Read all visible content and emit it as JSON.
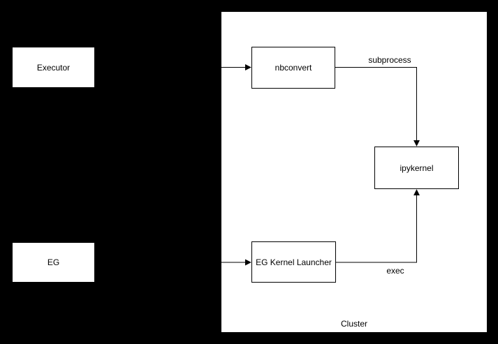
{
  "cluster": {
    "label": "Cluster"
  },
  "nodes": {
    "executor": {
      "label": "Executor"
    },
    "eg": {
      "label": "EG"
    },
    "nbconvert": {
      "label": "nbconvert"
    },
    "eg_kernel_launcher": {
      "label": "EG Kernel Launcher"
    },
    "ipykernel": {
      "label": "ipykernel"
    }
  },
  "edges": {
    "executor_to_nbconvert": {
      "label": ""
    },
    "nbconvert_to_ipykernel": {
      "label": "subprocess"
    },
    "eg_to_eg_kernel_launcher": {
      "label": ""
    },
    "eg_kernel_launcher_to_ipykernel": {
      "label": "exec"
    }
  },
  "colors": {
    "background": "#000000",
    "node_fill": "#ffffff",
    "stroke": "#000000",
    "text": "#000000"
  }
}
